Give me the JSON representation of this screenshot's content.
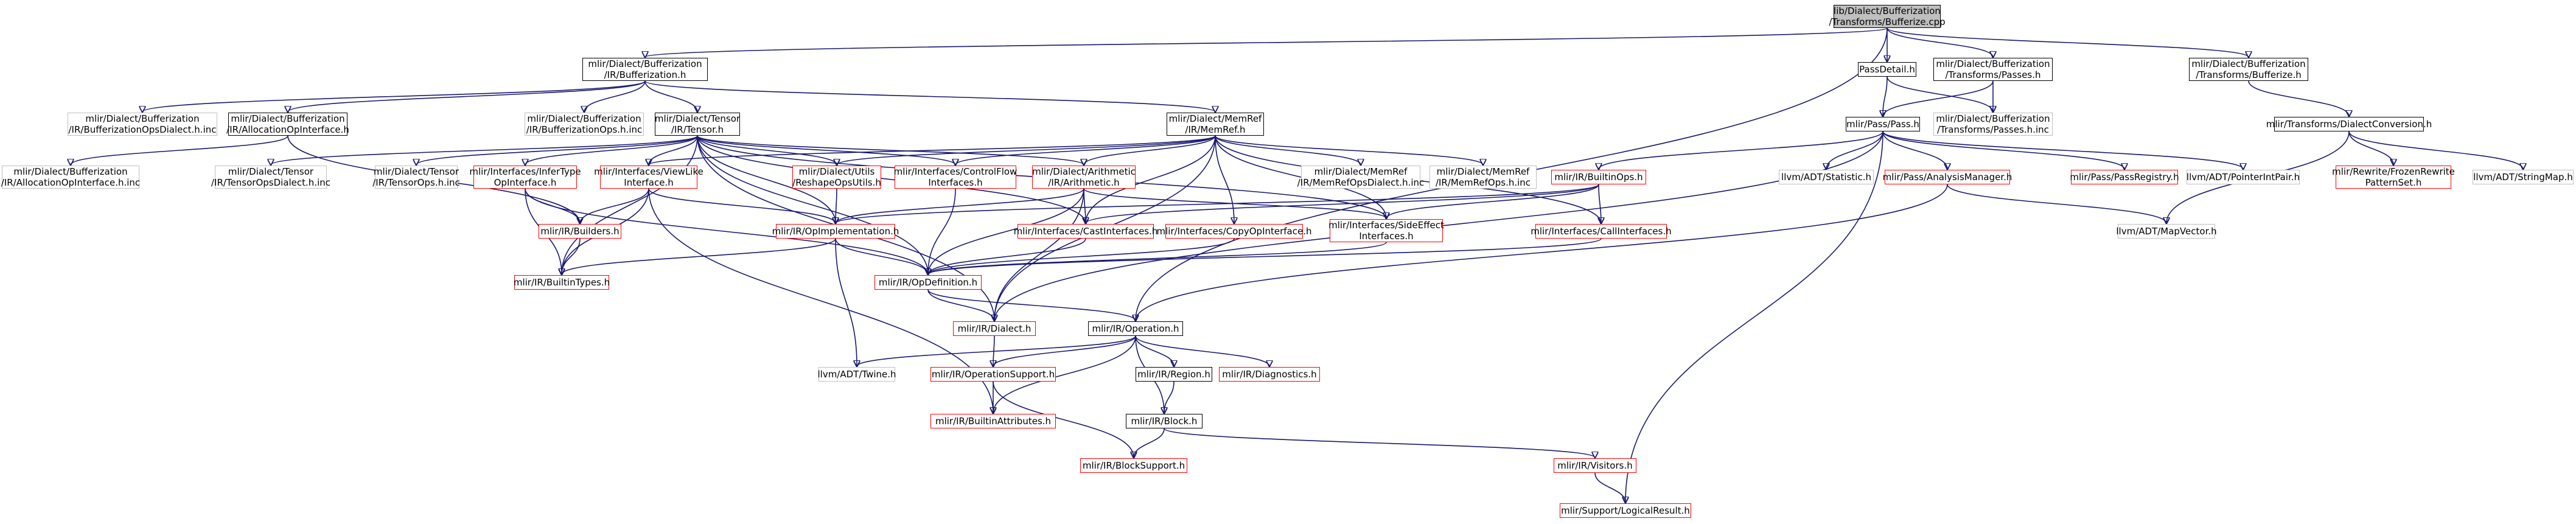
{
  "graph": {
    "colors": {
      "edge": "#191970",
      "border_default": "#000000",
      "border_red": "#ff0000",
      "border_gray": "#bfbfbf",
      "root_fill": "#bfbfbf"
    },
    "nodes": {
      "root": "lib/Dialect/Bufferization\n/Transforms/Bufferize.cpp",
      "bufferization_h": "mlir/Dialect/Bufferization\n/IR/Bufferization.h",
      "passdetail_h": "PassDetail.h",
      "bufferization_passes_h": "mlir/Dialect/Bufferization\n/Transforms/Passes.h",
      "bufferization_bufferize_h": "mlir/Dialect/Bufferization\n/Transforms/Bufferize.h",
      "bufferization_opsdialect_inc": "mlir/Dialect/Bufferization\n/IR/BufferizationOpsDialect.h.inc",
      "allocation_opinterface_h": "mlir/Dialect/Bufferization\n/IR/AllocationOpInterface.h",
      "bufferization_ops_inc": "mlir/Dialect/Bufferization\n/IR/BufferizationOps.h.inc",
      "tensor_h": "mlir/Dialect/Tensor\n/IR/Tensor.h",
      "memref_h": "mlir/Dialect/MemRef\n/IR/MemRef.h",
      "pass_h": "mlir/Pass/Pass.h",
      "bufferization_passes_inc": "mlir/Dialect/Bufferization\n/Transforms/Passes.h.inc",
      "dialect_conversion_h": "mlir/Transforms/DialectConversion.h",
      "allocation_opinterface_inc": "mlir/Dialect/Bufferization\n/IR/AllocationOpInterface.h.inc",
      "tensor_opsdialect_inc": "mlir/Dialect/Tensor\n/IR/TensorOpsDialect.h.inc",
      "tensor_ops_inc": "mlir/Dialect/Tensor\n/IR/TensorOps.h.inc",
      "infertype_h": "mlir/Interfaces/InferType\nOpInterface.h",
      "viewlike_h": "mlir/Interfaces/ViewLike\nInterface.h",
      "reshapeopsutils_h": "mlir/Dialect/Utils\n/ReshapeOpsUtils.h",
      "controlflow_h": "mlir/Interfaces/ControlFlow\nInterfaces.h",
      "arithmetic_h": "mlir/Dialect/Arithmetic\n/IR/Arithmetic.h",
      "memref_opsdialect_inc": "mlir/Dialect/MemRef\n/IR/MemRefOpsDialect.h.inc",
      "memref_ops_inc": "mlir/Dialect/MemRef\n/IR/MemRefOps.h.inc",
      "builtinops_h": "mlir/IR/BuiltinOps.h",
      "statistic_h": "llvm/ADT/Statistic.h",
      "analysismanager_h": "mlir/Pass/AnalysisManager.h",
      "passregistry_h": "mlir/Pass/PassRegistry.h",
      "pointerintpair_h": "llvm/ADT/PointerIntPair.h",
      "frozenrewrite_h": "mlir/Rewrite/FrozenRewrite\nPatternSet.h",
      "stringmap_h": "llvm/ADT/StringMap.h",
      "builders_h": "mlir/IR/Builders.h",
      "opimplementation_h": "mlir/IR/OpImplementation.h",
      "castinterfaces_h": "mlir/Interfaces/CastInterfaces.h",
      "copyopinterface_h": "mlir/Interfaces/CopyOpInterface.h",
      "sideeffect_h": "mlir/Interfaces/SideEffect\nInterfaces.h",
      "callinterfaces_h": "mlir/Interfaces/CallInterfaces.h",
      "mapvector_h": "llvm/ADT/MapVector.h",
      "builtintypes_h": "mlir/IR/BuiltinTypes.h",
      "opdefinition_h": "mlir/IR/OpDefinition.h",
      "dialect_h": "mlir/IR/Dialect.h",
      "operation_h": "mlir/IR/Operation.h",
      "twine_h": "llvm/ADT/Twine.h",
      "operationsupport_h": "mlir/IR/OperationSupport.h",
      "region_h": "mlir/IR/Region.h",
      "diagnostics_h": "mlir/IR/Diagnostics.h",
      "builtinattributes_h": "mlir/IR/BuiltinAttributes.h",
      "block_h": "mlir/IR/Block.h",
      "blocksupport_h": "mlir/IR/BlockSupport.h",
      "visitors_h": "mlir/IR/Visitors.h",
      "logicalresult_h": "mlir/Support/LogicalResult.h"
    }
  }
}
